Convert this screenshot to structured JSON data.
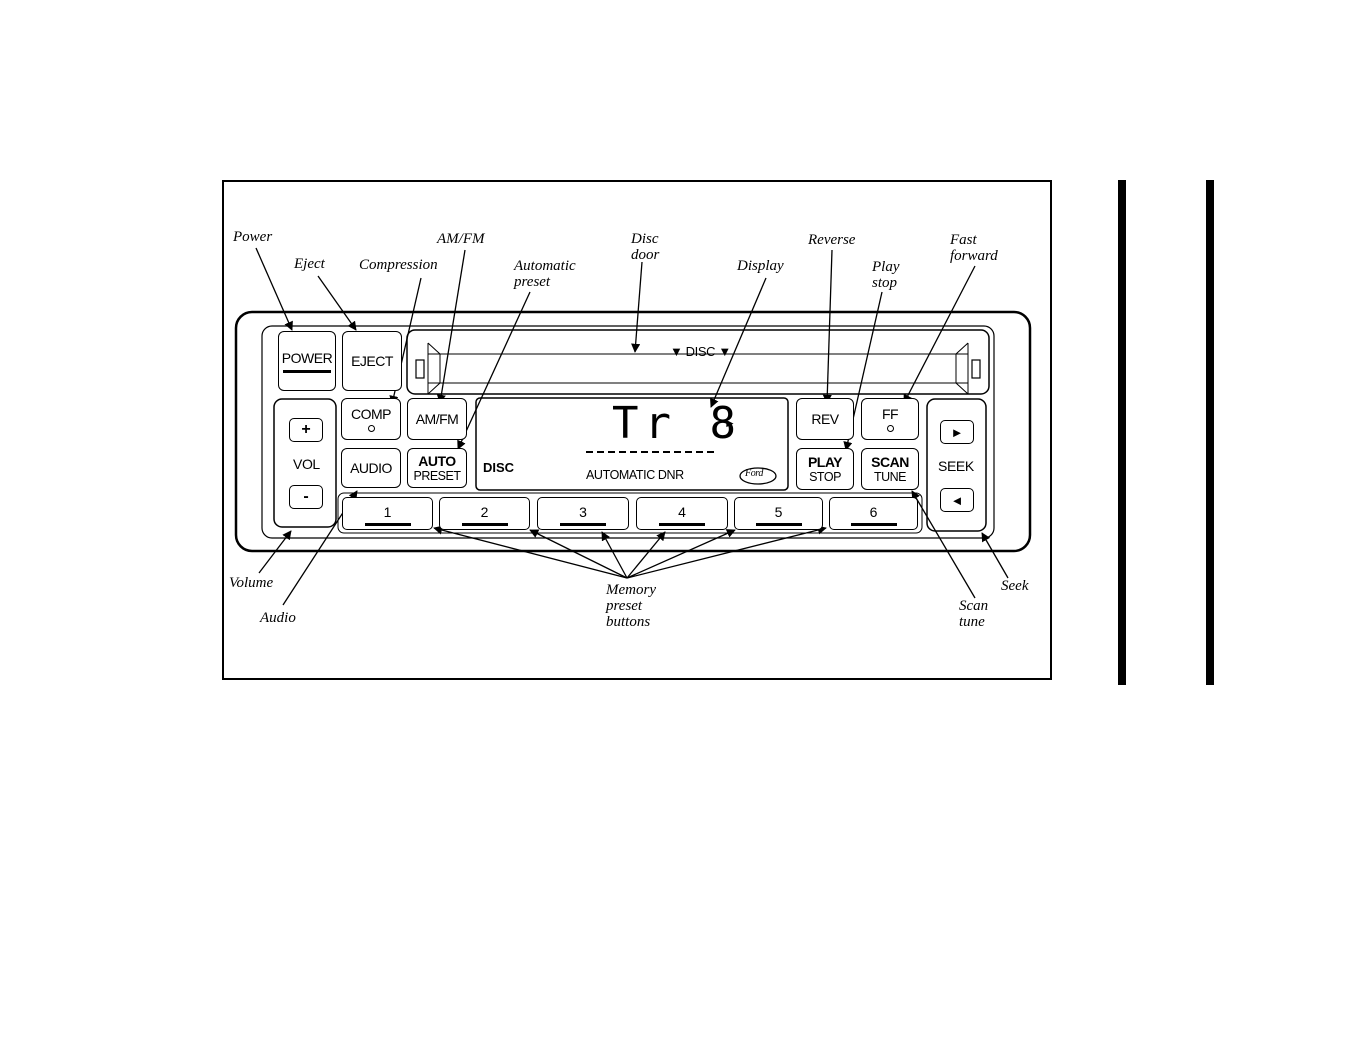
{
  "callouts": {
    "power": "Power",
    "eject": "Eject",
    "compression": "Compression",
    "am_fm": "AM/FM",
    "automatic_preset": "Automatic\npreset",
    "disc_door": "Disc\ndoor",
    "display": "Display",
    "reverse": "Reverse",
    "play_stop": "Play\nstop",
    "fast_forward": "Fast\nforward",
    "volume": "Volume",
    "audio": "Audio",
    "memory_preset": "Memory\npreset\nbuttons",
    "scan_tune": "Scan\ntune",
    "seek": "Seek"
  },
  "buttons": {
    "power": "POWER",
    "eject": "EJECT",
    "comp": "COMP",
    "am_fm": "AM/FM",
    "audio": "AUDIO",
    "auto": "AUTO",
    "preset": "PRESET",
    "rev": "REV",
    "ff": "FF",
    "play": "PLAY",
    "stop": "STOP",
    "scan": "SCAN",
    "tune": "TUNE",
    "vol": "VOL",
    "vol_up": "+",
    "vol_down": "-",
    "seek": "SEEK",
    "seek_up": "►",
    "seek_down": "◄"
  },
  "presets": [
    "1",
    "2",
    "3",
    "4",
    "5",
    "6"
  ],
  "display": {
    "track": "Tr 8",
    "play_arrow": "►",
    "disc_slot": "▼ DISC ▼",
    "automatic_dnr": "AUTOMATIC DNR",
    "cd_logo": "DISC",
    "ford_logo": "Ford"
  }
}
